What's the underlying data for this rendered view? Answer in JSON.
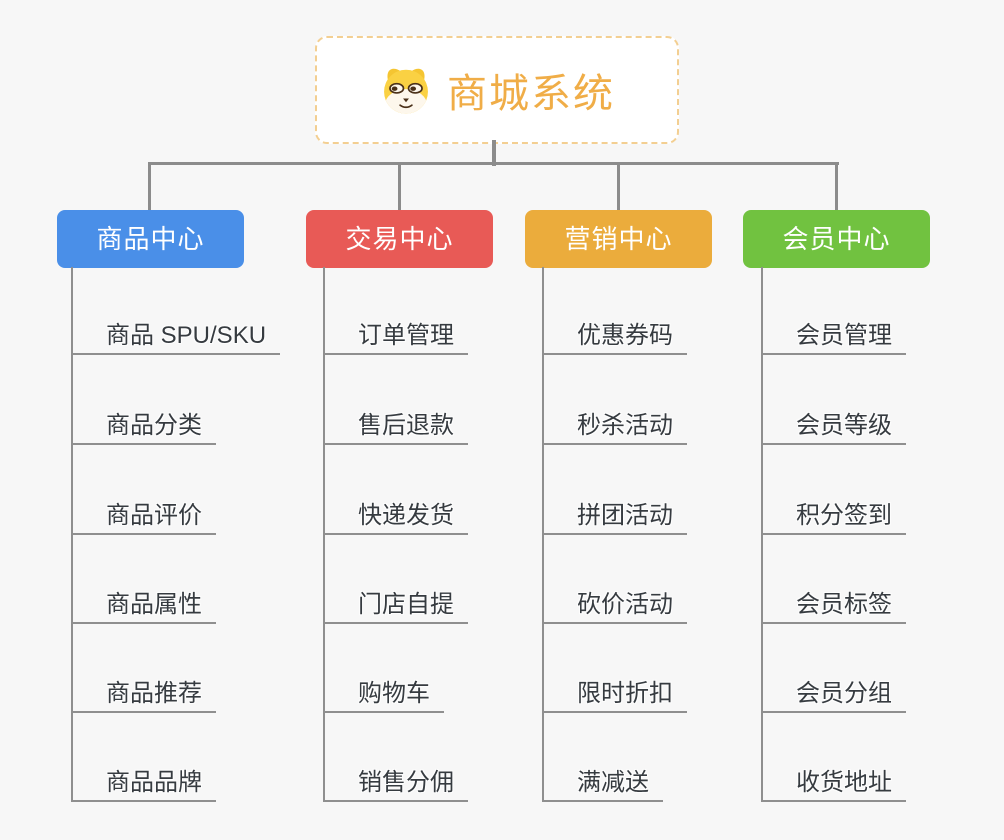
{
  "root": {
    "title": "商城系统",
    "icon": "shiba-dog-icon",
    "title_color": "#f0ad47"
  },
  "branches": [
    {
      "label": "商品中心",
      "color": "#4a8fe8",
      "children": [
        "商品 SPU/SKU",
        "商品分类",
        "商品评价",
        "商品属性",
        "商品推荐",
        "商品品牌"
      ]
    },
    {
      "label": "交易中心",
      "color": "#e85a56",
      "children": [
        "订单管理",
        "售后退款",
        "快递发货",
        "门店自提",
        "购物车",
        "销售分佣"
      ]
    },
    {
      "label": "营销中心",
      "color": "#ebac3c",
      "children": [
        "优惠券码",
        "秒杀活动",
        "拼团活动",
        "砍价活动",
        "限时折扣",
        "满减送"
      ]
    },
    {
      "label": "会员中心",
      "color": "#71c240",
      "children": [
        "会员管理",
        "会员等级",
        "积分签到",
        "会员标签",
        "会员分组",
        "收货地址"
      ]
    }
  ],
  "connector_color": "#8c8c8c"
}
